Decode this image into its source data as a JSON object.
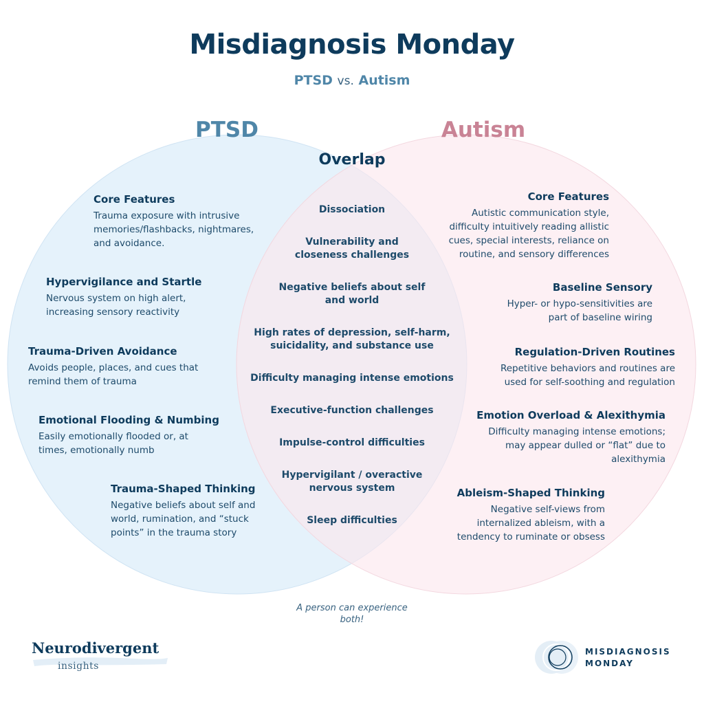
{
  "title": "Misdiagnosis Monday",
  "subtitle": {
    "a": "PTSD",
    "vs": "vs.",
    "b": "Autism"
  },
  "colors": {
    "navy": "#0e3b5c",
    "ptsd_circle": "#e2f1fb",
    "autism_circle": "#fbe9ee",
    "ptsd_label": "#4f86a8",
    "autism_label": "#c98395"
  },
  "venn": {
    "left_label": "PTSD",
    "right_label": "Autism",
    "overlap_label": "Overlap"
  },
  "ptsd_items": [
    {
      "heading": "Core Features",
      "text": "Trauma exposure with intrusive memories/flashbacks, nightmares, and avoidance."
    },
    {
      "heading": "Hypervigilance and Startle",
      "text": "Nervous system on high alert, increasing sensory reactivity"
    },
    {
      "heading": "Trauma-Driven Avoidance",
      "text": "Avoids people, places, and cues that remind them of trauma"
    },
    {
      "heading": "Emotional Flooding & Numbing",
      "text": "Easily emotionally flooded or, at times, emotionally numb"
    },
    {
      "heading": "Trauma-Shaped Thinking",
      "text": "Negative beliefs about self and world, rumination, and “stuck points” in the trauma story"
    }
  ],
  "autism_items": [
    {
      "heading": "Core Features",
      "text": "Autistic communication style, difficulty intuitively reading allistic cues, special interests, reliance on routine, and sensory differences"
    },
    {
      "heading": "Baseline Sensory",
      "text": "Hyper- or hypo-sensitivities are part of baseline wiring"
    },
    {
      "heading": "Regulation-Driven Routines",
      "text": "Repetitive behaviors and routines are used for self-soothing and regulation"
    },
    {
      "heading": "Emotion Overload & Alexithymia",
      "text": "Difficulty managing intense emotions; may appear dulled or “flat” due to alexithymia"
    },
    {
      "heading": "Ableism-Shaped Thinking",
      "text": "Negative self-views from internalized ableism, with a tendency to ruminate or obsess"
    }
  ],
  "overlap_items": [
    "Dissociation",
    "Vulnerability and closeness challenges",
    "Negative beliefs about self and world",
    "High rates of depression, self-harm, suicidality, and substance use",
    "Difficulty managing intense emotions",
    "Executive-function challenges",
    "Impulse-control difficulties",
    "Hypervigilant / overactive nervous system",
    "Sleep difficulties"
  ],
  "footnote": "A person can experience both!",
  "logos": {
    "left_main": "Neurodivergent",
    "left_sub": "insights",
    "right_line1": "MISDIAGNOSIS",
    "right_line2": "MONDAY"
  }
}
